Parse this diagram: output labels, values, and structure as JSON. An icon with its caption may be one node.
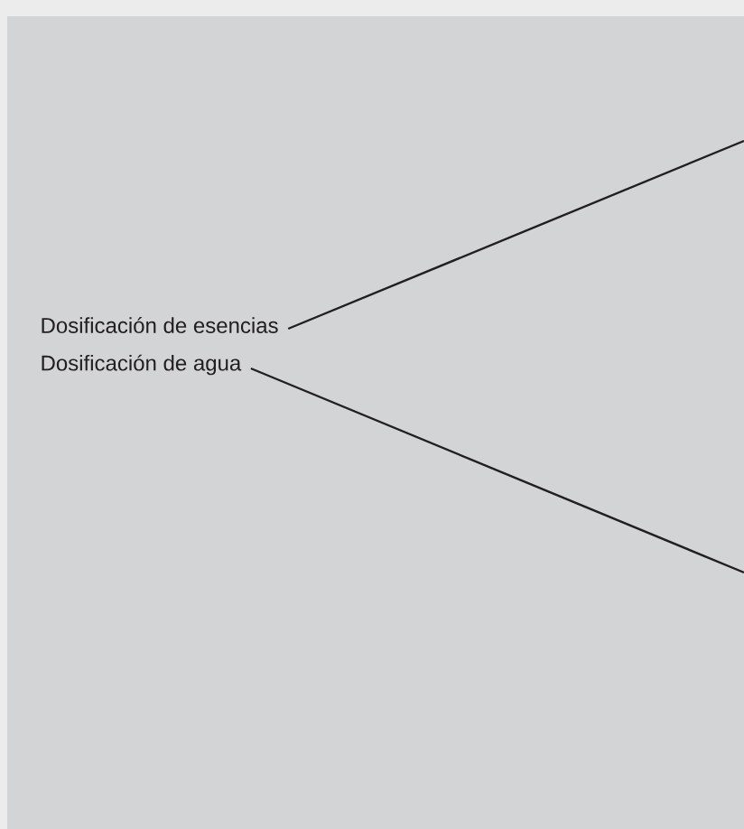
{
  "diagram": {
    "nodes": [
      {
        "text": [
          "Dosificación de esencias"
        ]
      },
      {
        "text": [
          "Dosificación de agua"
        ]
      }
    ],
    "edges": [
      {
        "from": 0,
        "to": null,
        "arrow": "none"
      },
      {
        "from": 1,
        "to": null,
        "arrow": "none"
      }
    ]
  }
}
